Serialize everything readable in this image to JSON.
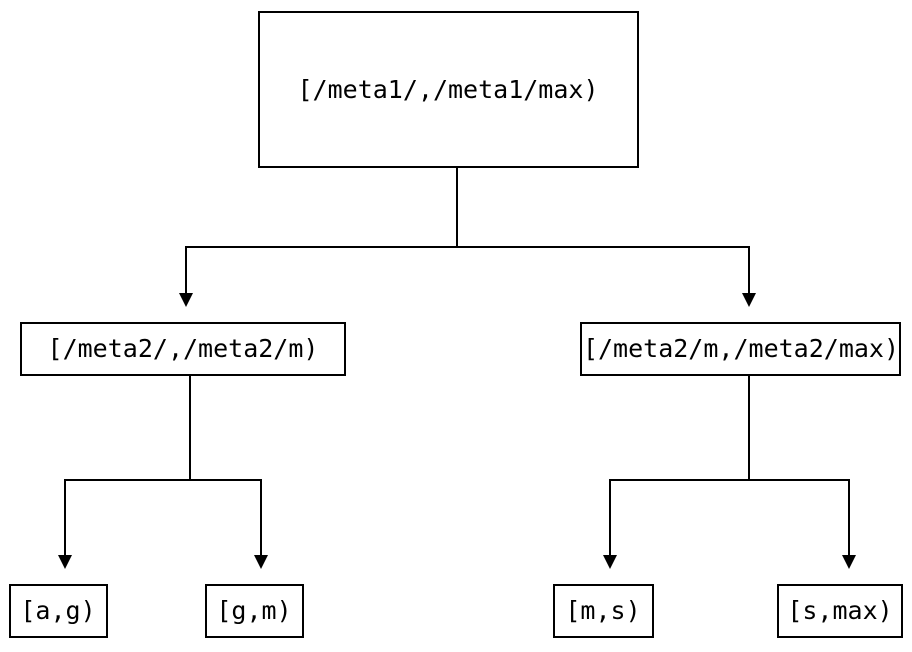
{
  "diagram": {
    "type": "tree",
    "title": "",
    "background_color": "#ffffff",
    "line_color": "#000000",
    "text_color": "#000000",
    "nodes": {
      "root": {
        "label": "[/meta1/,/meta1/max)",
        "level": 0
      },
      "mid_left": {
        "label": "[/meta2/,/meta2/m)",
        "level": 1
      },
      "mid_right": {
        "label": "[/meta2/m,/meta2/max)",
        "level": 1
      },
      "leaf_1": {
        "label": "[a,g)",
        "level": 2
      },
      "leaf_2": {
        "label": "[g,m)",
        "level": 2
      },
      "leaf_3": {
        "label": "[m,s)",
        "level": 2
      },
      "leaf_4": {
        "label": "[s,max)",
        "level": 2
      }
    },
    "edges": [
      {
        "from": "root",
        "to": "mid_left"
      },
      {
        "from": "root",
        "to": "mid_right"
      },
      {
        "from": "mid_left",
        "to": "leaf_1"
      },
      {
        "from": "mid_left",
        "to": "leaf_2"
      },
      {
        "from": "mid_right",
        "to": "leaf_3"
      },
      {
        "from": "mid_right",
        "to": "leaf_4"
      }
    ]
  }
}
